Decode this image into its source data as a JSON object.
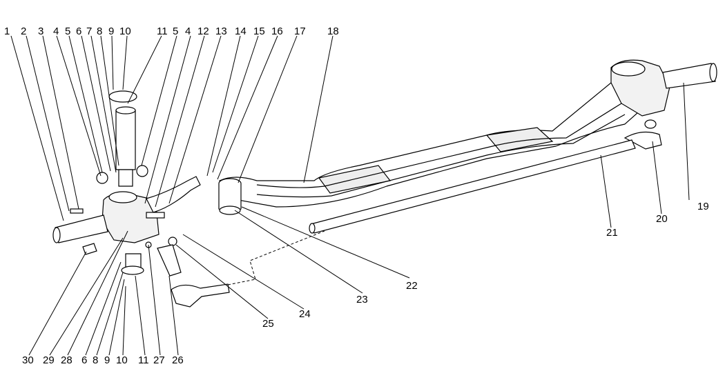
{
  "top_labels": [
    "1",
    "2",
    "3",
    "4",
    "5",
    "6",
    "7",
    "8",
    "9",
    "10",
    "11",
    "5",
    "4",
    "12",
    "13",
    "14",
    "15",
    "16",
    "17",
    "18"
  ],
  "bottom_labels": [
    "30",
    "29",
    "28",
    "6",
    "8",
    "9",
    "10",
    "11",
    "27",
    "26"
  ],
  "right_labels": [
    "19",
    "20",
    "21",
    "22",
    "23",
    "24",
    "25"
  ],
  "colors": {
    "line": "#000000",
    "part_fill": "#ffffff",
    "shade": "#d9d9d9"
  }
}
